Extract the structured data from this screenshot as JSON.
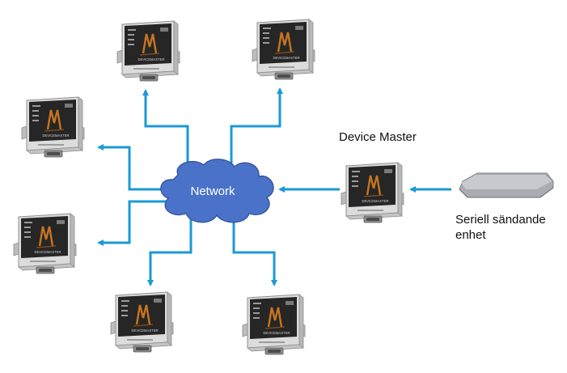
{
  "labels": {
    "network": "Network",
    "device_master": "Device Master",
    "serial_line1": "Seriell sändande",
    "serial_line2": "enhet"
  },
  "device_face": {
    "brand": "DEVICEMASTER",
    "logo": "M"
  },
  "colors": {
    "arrow": "#1a9ad6",
    "cloud_fill": "#4a72c8",
    "cloud_stroke": "#2f4f9a",
    "network_text": "#ffffff",
    "device_body": "#d8d8d8",
    "device_face": "#262626",
    "device_accent": "#b8691c",
    "serial_device": "#a9acb0"
  }
}
